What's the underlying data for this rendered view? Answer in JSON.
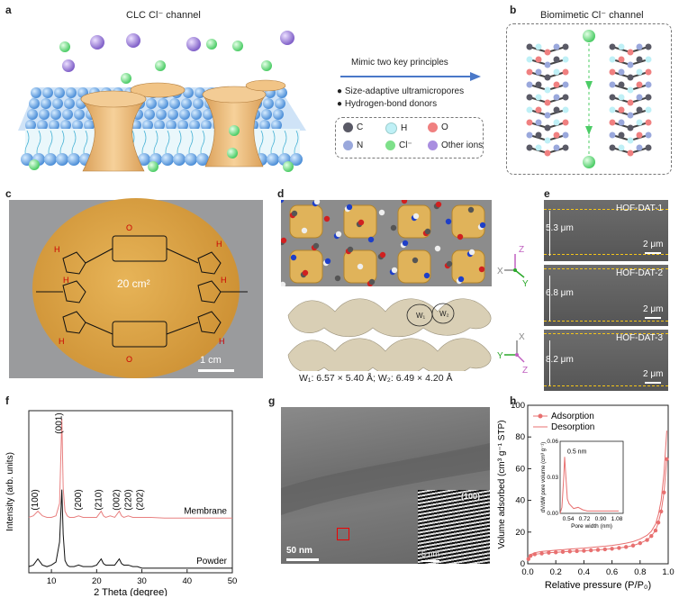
{
  "panels": {
    "a": {
      "letter": "a",
      "title": "CLC Cl⁻ channel"
    },
    "b": {
      "letter": "b",
      "title": "Biomimetic Cl⁻ channel"
    },
    "c": {
      "letter": "c",
      "area": "20 cm²",
      "scale": "1 cm"
    },
    "d": {
      "letter": "d",
      "caption": "W₁: 6.57 × 5.40 Å; W₂: 6.49 × 4.20 Å",
      "w1": "W₁",
      "w2": "W₂",
      "axes_top": {
        "z": "Z",
        "x": "X",
        "y": "Y"
      },
      "axes_bottom": {
        "x": "X",
        "y": "Y",
        "z": "Z"
      }
    },
    "e": {
      "letter": "e",
      "items": [
        {
          "name": "HOF-DAT-1",
          "thickness": "5.3 μm",
          "scale": "2 μm"
        },
        {
          "name": "HOF-DAT-2",
          "thickness": "6.8 μm",
          "scale": "2 μm"
        },
        {
          "name": "HOF-DAT-3",
          "thickness": "8.2 μm",
          "scale": "2 μm"
        }
      ]
    },
    "f": {
      "letter": "f"
    },
    "g": {
      "letter": "g",
      "scale": "50 nm",
      "inset_label": "(100)",
      "inset_scale": "5 nm"
    },
    "h": {
      "letter": "h"
    }
  },
  "mimic": {
    "arrow_label": "Mimic two key principles",
    "principles": [
      "Size-adaptive ultramicropores",
      "Hydrogen-bond donors"
    ],
    "legend": [
      {
        "label": "C",
        "color": "#5a5a66"
      },
      {
        "label": "H",
        "color": "#bff0f6"
      },
      {
        "label": "O",
        "color": "#f08080"
      },
      {
        "label": "N",
        "color": "#9aa8dc"
      },
      {
        "label": "Cl⁻",
        "color": "#7ee08a"
      },
      {
        "label": "Other ions",
        "color": "#a98ee0"
      }
    ]
  },
  "chart_data": [
    {
      "panel": "f",
      "type": "line",
      "xlabel": "2 Theta (degree)",
      "ylabel": "Intensity (arb. units)",
      "xlim": [
        5,
        50
      ],
      "xticks": [
        10,
        20,
        30,
        40,
        50
      ],
      "series": [
        {
          "name": "Membrane",
          "color": "#e88080",
          "x": [
            5,
            6,
            7,
            8,
            9,
            10,
            11,
            11.8,
            12.3,
            12.6,
            13,
            13.5,
            14,
            15,
            16,
            17,
            18,
            19,
            20,
            21,
            21.5,
            22,
            23,
            24,
            25,
            25.5,
            26,
            27,
            28,
            29,
            30,
            32,
            35,
            38,
            40,
            45,
            50
          ],
          "y": [
            0.36,
            0.37,
            0.4,
            0.37,
            0.36,
            0.36,
            0.37,
            0.45,
            1.0,
            0.55,
            0.4,
            0.37,
            0.36,
            0.36,
            0.37,
            0.36,
            0.36,
            0.36,
            0.36,
            0.4,
            0.37,
            0.36,
            0.37,
            0.36,
            0.4,
            0.37,
            0.36,
            0.37,
            0.36,
            0.36,
            0.36,
            0.36,
            0.355,
            0.355,
            0.355,
            0.355,
            0.355
          ]
        },
        {
          "name": "Powder",
          "color": "#111111",
          "x": [
            5,
            6,
            7,
            8,
            9,
            10,
            11,
            11.8,
            12.3,
            12.6,
            13,
            13.5,
            14,
            15,
            16,
            17,
            18,
            19,
            20,
            21,
            21.5,
            22,
            23,
            24,
            25,
            25.5,
            26,
            27,
            28,
            29,
            30,
            32,
            35,
            38,
            40,
            45,
            50
          ],
          "y": [
            0.04,
            0.05,
            0.09,
            0.05,
            0.04,
            0.05,
            0.07,
            0.2,
            0.54,
            0.25,
            0.08,
            0.05,
            0.04,
            0.04,
            0.05,
            0.04,
            0.04,
            0.04,
            0.05,
            0.09,
            0.06,
            0.05,
            0.05,
            0.05,
            0.09,
            0.06,
            0.05,
            0.05,
            0.04,
            0.04,
            0.03,
            0.03,
            0.03,
            0.03,
            0.03,
            0.03,
            0.03
          ]
        }
      ],
      "annotations": [
        {
          "text": "(100)",
          "x": 7.0
        },
        {
          "text": "(001)",
          "x": 12.3
        },
        {
          "text": "(200)",
          "x": 16.5
        },
        {
          "text": "(210)",
          "x": 21.0
        },
        {
          "text": "(002)",
          "x": 25.0
        },
        {
          "text": "(220)",
          "x": 27.6
        },
        {
          "text": "(202)",
          "x": 30.2
        }
      ]
    },
    {
      "panel": "h",
      "type": "line",
      "xlabel": "Relative pressure (P/P₀)",
      "ylabel": "Volume adsorbed (cm³ g⁻¹ STP)",
      "xlim": [
        0,
        1.0
      ],
      "ylim": [
        0,
        100
      ],
      "xticks": [
        0.0,
        0.2,
        0.4,
        0.6,
        0.8,
        1.0
      ],
      "yticks": [
        0,
        20,
        40,
        60,
        80,
        100
      ],
      "legend_position": "top-left",
      "series": [
        {
          "name": "Adsorption",
          "color": "#e87070",
          "marker": "circle",
          "x": [
            0.005,
            0.02,
            0.05,
            0.1,
            0.15,
            0.2,
            0.25,
            0.3,
            0.35,
            0.4,
            0.45,
            0.5,
            0.55,
            0.6,
            0.65,
            0.7,
            0.75,
            0.8,
            0.85,
            0.88,
            0.91,
            0.93,
            0.95,
            0.97,
            0.99
          ],
          "y": [
            3,
            5,
            6,
            6.5,
            7,
            7.2,
            7.5,
            7.8,
            8,
            8.2,
            8.5,
            8.8,
            9.1,
            9.5,
            10,
            10.6,
            11.5,
            13,
            15,
            17.5,
            21,
            26,
            33,
            45,
            66
          ]
        },
        {
          "name": "Desorption",
          "color": "#e87070",
          "marker": "none",
          "x": [
            0.005,
            0.02,
            0.05,
            0.1,
            0.15,
            0.2,
            0.25,
            0.3,
            0.35,
            0.4,
            0.45,
            0.5,
            0.55,
            0.6,
            0.65,
            0.7,
            0.75,
            0.8,
            0.85,
            0.88,
            0.91,
            0.93,
            0.95,
            0.97,
            0.99
          ],
          "y": [
            3.5,
            5.8,
            7,
            7.8,
            8.2,
            8.6,
            8.9,
            9.3,
            9.6,
            9.9,
            10.3,
            10.7,
            11.1,
            11.6,
            12.2,
            13,
            14,
            15.6,
            18,
            20.5,
            25,
            31,
            40,
            57,
            84
          ]
        }
      ],
      "inset": {
        "xlabel": "Pore width (nm)",
        "ylabel": "dV/dW pore volume (cm³ g⁻¹)",
        "xticks": [
          "0.54",
          "0.72",
          "0.90",
          "1.08"
        ],
        "yticks": [
          "0.00",
          "0.03",
          "0.06"
        ],
        "xlim": [
          0.45,
          1.15
        ],
        "ylim": [
          0,
          0.06
        ],
        "annotation": "0.5 nm",
        "x": [
          0.45,
          0.47,
          0.49,
          0.5,
          0.51,
          0.53,
          0.55,
          0.6,
          0.65,
          0.7,
          0.75,
          0.8,
          0.9,
          1.0,
          1.1
        ],
        "y": [
          0.0,
          0.005,
          0.03,
          0.047,
          0.035,
          0.012,
          0.008,
          0.004,
          0.005,
          0.003,
          0.002,
          0.002,
          0.002,
          0.002,
          0.002
        ]
      }
    }
  ]
}
